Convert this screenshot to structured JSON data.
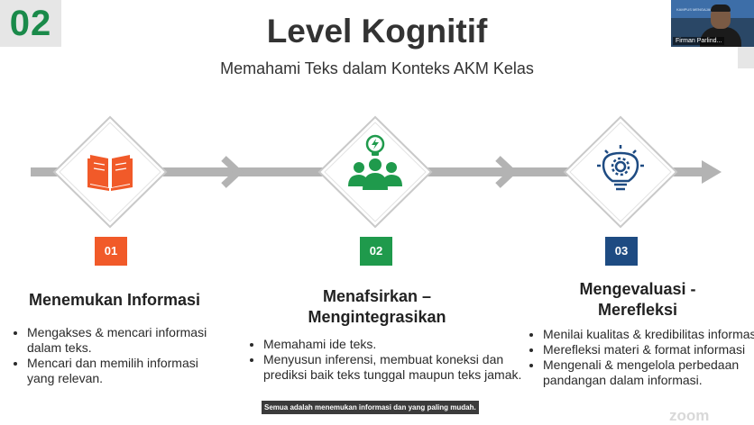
{
  "slide": {
    "number": "02",
    "title": "Level Kognitif",
    "subtitle": "Memahami Teks dalam Konteks AKM Kelas"
  },
  "video": {
    "participant_name": "Firman Parlind...",
    "logo_text": "KAMPUS MENGAJAR 2022"
  },
  "colors": {
    "step1": "#f15a29",
    "step2": "#1f9a4c",
    "step3": "#1e4b82",
    "arrow": "#b3b3b3"
  },
  "steps": [
    {
      "badge": "01",
      "icon": "open-book-icon",
      "heading": "Menemukan Informasi",
      "bullets": [
        "Mengakses & mencari informasi dalam teks.",
        "Mencari dan memilih informasi yang relevan."
      ]
    },
    {
      "badge": "02",
      "icon": "group-idea-icon",
      "heading": "Menafsirkan – Mengintegrasikan",
      "bullets": [
        "Memahami ide teks.",
        "Menyusun inferensi, membuat koneksi dan prediksi baik teks tunggal maupun teks jamak."
      ]
    },
    {
      "badge": "03",
      "icon": "lightbulb-gear-icon",
      "heading": "Mengevaluasi - Merefleksi",
      "bullets": [
        "Menilai kualitas & kredibilitas informasi",
        "Merefleksi materi & format informasi",
        "Mengenali & mengelola perbedaan pandangan dalam informasi."
      ]
    }
  ],
  "caption": "Semua adalah menemukan informasi dan yang paling mudah.",
  "watermark": "zoom"
}
